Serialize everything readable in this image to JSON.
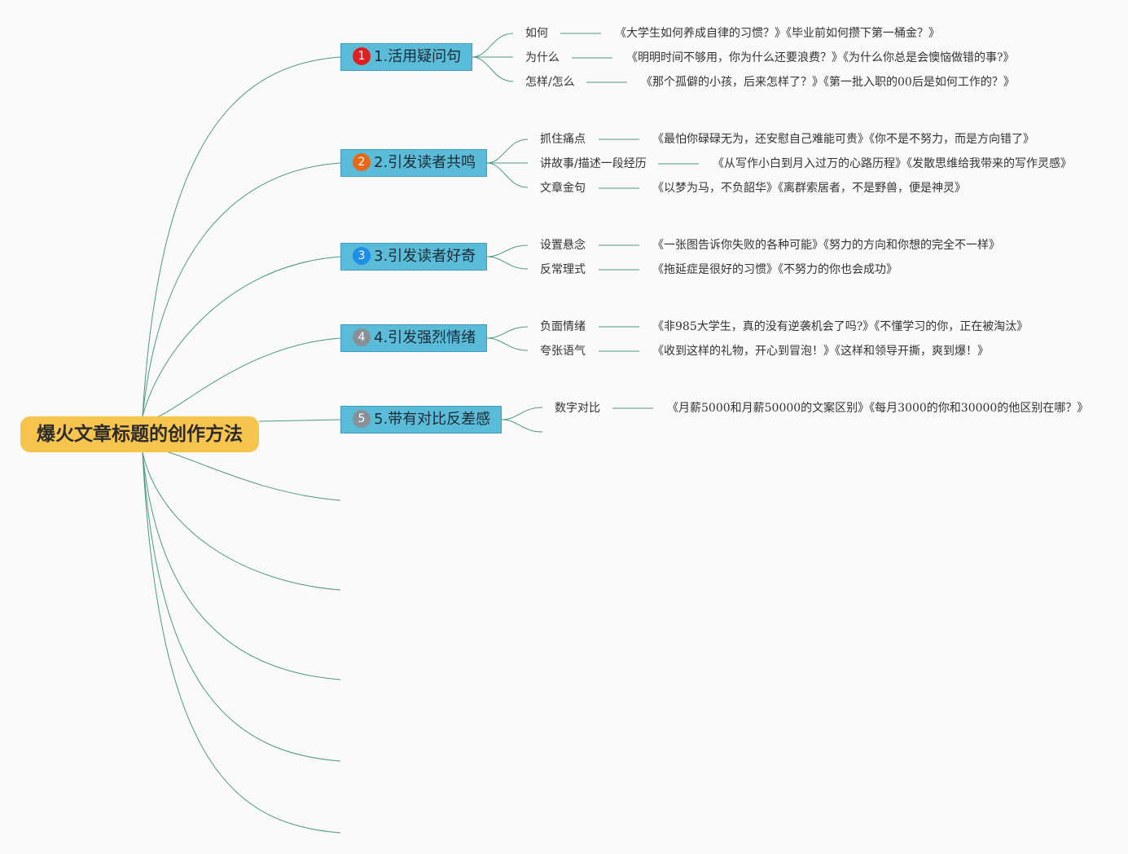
{
  "root": {
    "label": "爆火文章标题的创作方法"
  },
  "colors": {
    "root_fill": "#f7c44e",
    "topic_fill": "#5bbcd9",
    "line": "#4a9a80",
    "badge_1": "#e02020",
    "badge_2": "#e8681a",
    "badge_3": "#1e8fe6",
    "badge_4": "#8a9098",
    "badge_5": "#8a9098"
  },
  "topics": [
    {
      "badge": "1",
      "label": "1.活用疑问句",
      "subs": [
        {
          "label": "如何",
          "example": "《大学生如何养成自律的习惯？》《毕业前如何攒下第一桶金？》"
        },
        {
          "label": "为什么",
          "example": "《明明时间不够用，你为什么还要浪费？》《为什么你总是会懊恼做错的事?》"
        },
        {
          "label": "怎样/怎么",
          "example": "《那个孤僻的小孩，后来怎样了？》《第一批入职的00后是如何工作的？》"
        }
      ]
    },
    {
      "badge": "2",
      "label": "2.引发读者共鸣",
      "subs": [
        {
          "label": "抓住痛点",
          "example": "《最怕你碌碌无为，还安慰自己难能可贵》《你不是不努力，而是方向错了》"
        },
        {
          "label": "讲故事/描述一段经历",
          "example": "《从写作小白到月入过万的心路历程》《发散思维给我带来的写作灵感》"
        },
        {
          "label": "文章金句",
          "example": "《以梦为马，不负韶华》《离群索居者，不是野兽，便是神灵》"
        }
      ]
    },
    {
      "badge": "3",
      "label": "3.引发读者好奇",
      "subs": [
        {
          "label": "设置悬念",
          "example": "《一张图告诉你失败的各种可能》《努力的方向和你想的完全不一样》"
        },
        {
          "label": "反常理式",
          "example": "《拖延症是很好的习惯》《不努力的你也会成功》"
        }
      ]
    },
    {
      "badge": "4",
      "label": "4.引发强烈情绪",
      "subs": [
        {
          "label": "负面情绪",
          "example": "《非985大学生，真的没有逆袭机会了吗?》《不懂学习的你，正在被淘汰》"
        },
        {
          "label": "夸张语气",
          "example": "《收到这样的礼物，开心到冒泡！》《这样和领导开撕，爽到爆！》"
        }
      ]
    },
    {
      "badge": "5",
      "label": "5.带有对比反差感",
      "subs": [
        {
          "label": "数字对比",
          "example": "《月薪5000和月薪50000的文案区别》《每月3000的你和30000的他区别在哪？》"
        }
      ]
    }
  ]
}
